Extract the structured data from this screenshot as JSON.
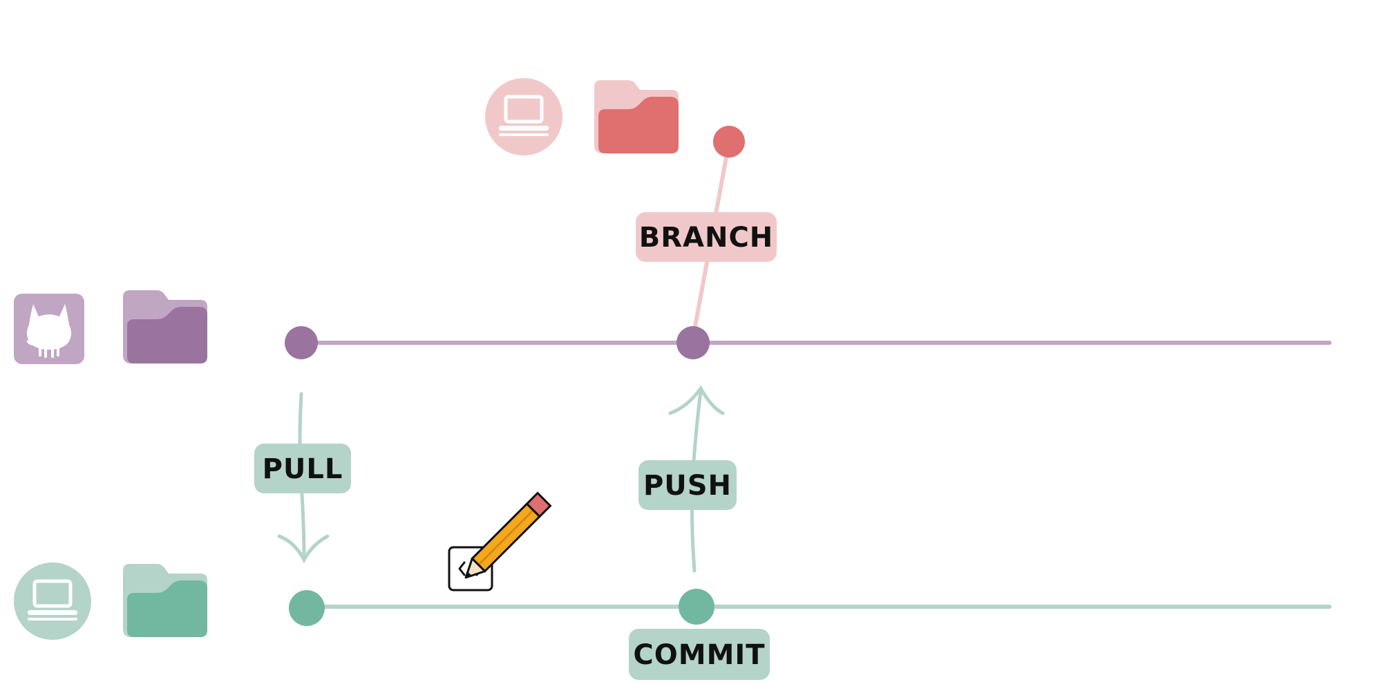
{
  "labels": {
    "branch": "BRANCH",
    "pull": "PULL",
    "push": "PUSH",
    "commit": "COMMIT"
  },
  "icons": {
    "branch_computer": "laptop-icon",
    "branch_folder": "folder-icon",
    "remote_repo": "github-octocat-icon",
    "remote_folder": "folder-icon",
    "local_computer": "laptop-icon",
    "local_folder": "folder-icon",
    "edit_code": "code-edit-pencil-icon"
  },
  "colors": {
    "branch_light": "#f1c8c9",
    "branch_dark": "#e06f6f",
    "remote_light": "#c0a6c3",
    "remote_dark": "#9a739f",
    "local_light": "#b4d3c9",
    "local_dark": "#72b8a0",
    "pencil_body": "#f4a81f",
    "pencil_eraser": "#e06f6f"
  }
}
